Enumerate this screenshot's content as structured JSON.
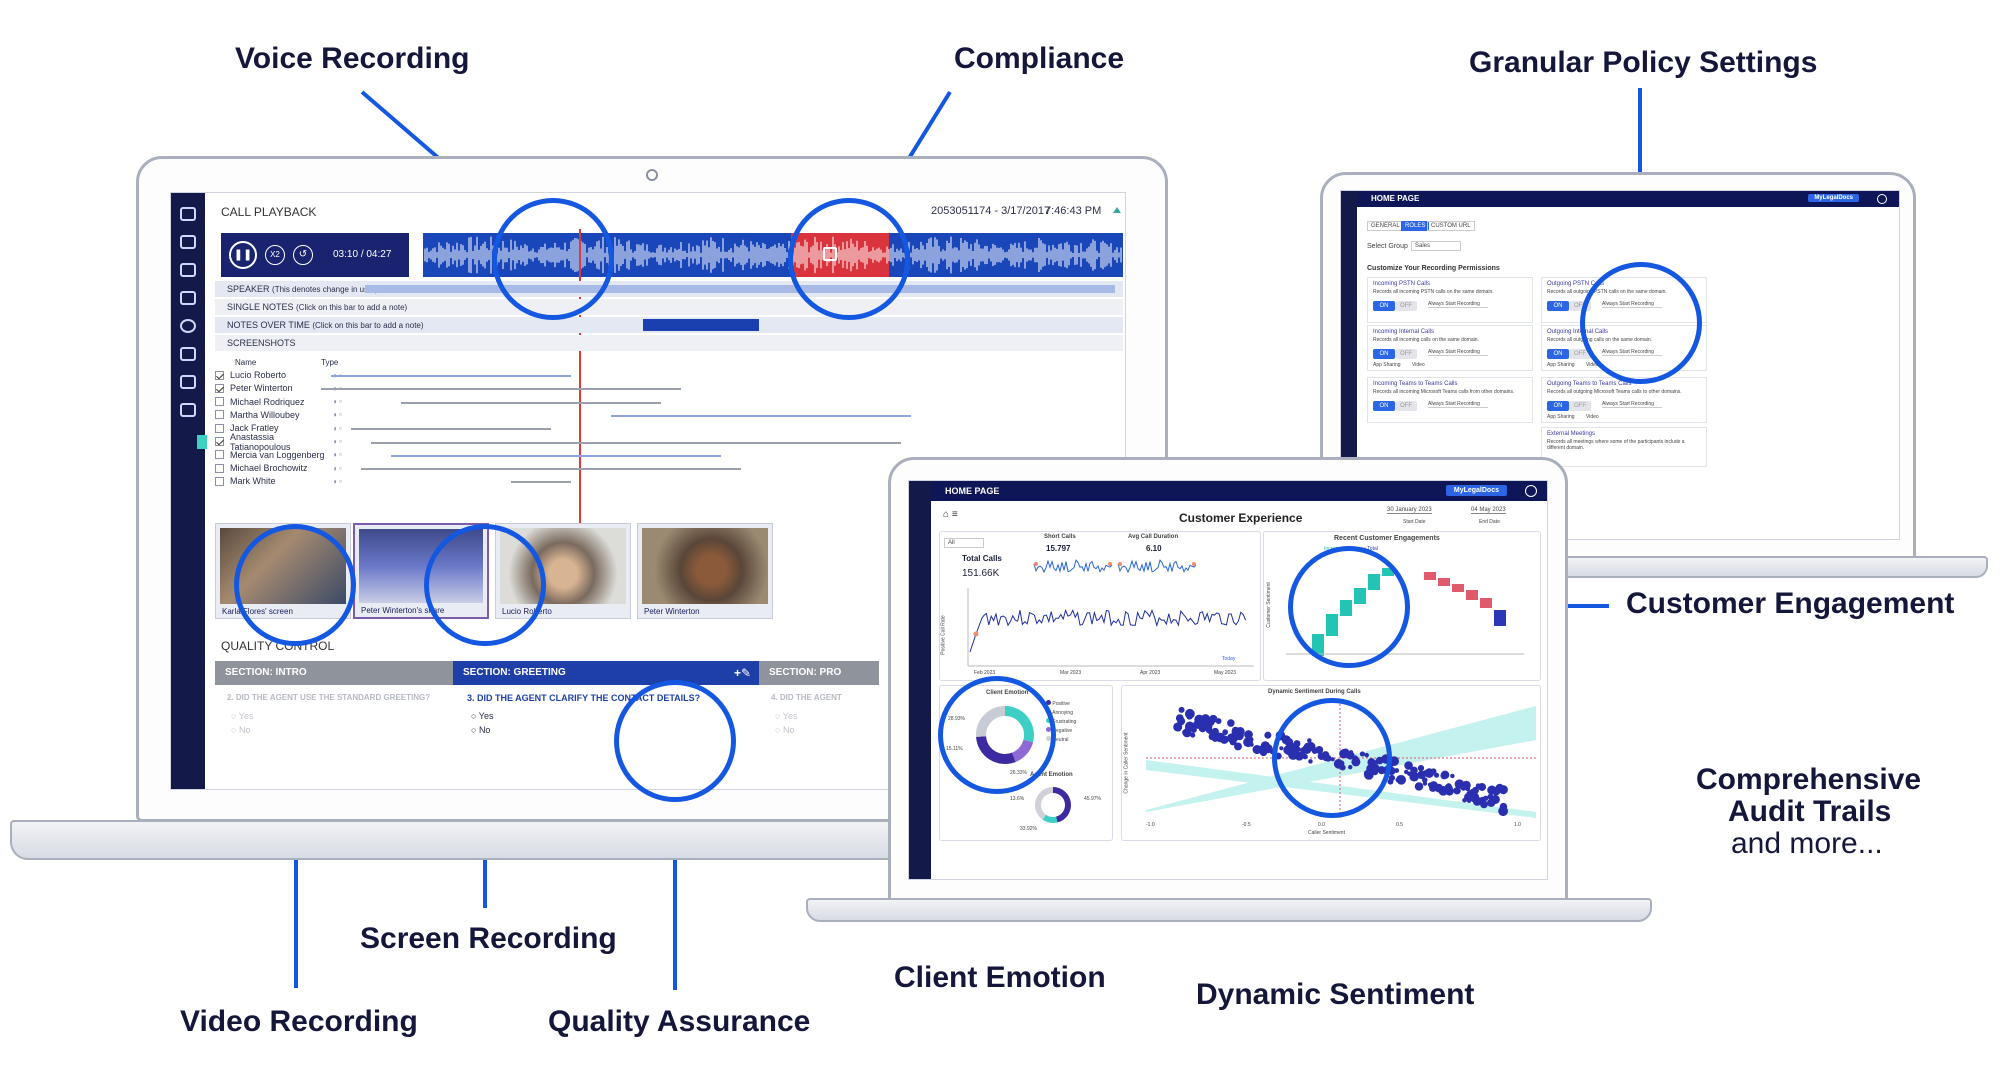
{
  "callouts": {
    "voice_recording": "Voice Recording",
    "compliance": "Compliance",
    "granular_policy": "Granular Policy Settings",
    "customer_engagement": "Customer Engagement",
    "comprehensive": "Comprehensive",
    "audit_trails": "Audit Trails",
    "and_more": "and more...",
    "client_emotion": "Client Emotion",
    "dynamic_sentiment": "Dynamic Sentiment",
    "screen_recording": "Screen Recording",
    "video_recording": "Video Recording",
    "quality_assurance": "Quality Assurance"
  },
  "playback": {
    "title": "CALL PLAYBACK",
    "call_id": "2053051174 - 3/17/2017",
    "call_time": "7:46:43 PM",
    "speed": "X2",
    "time_current": "03:10",
    "time_sep": "/",
    "time_total": "04:27",
    "lanes": [
      {
        "label": "SPEAKER",
        "hint": "(This denotes change in user)"
      },
      {
        "label": "SINGLE NOTES",
        "hint": "(Click on this bar to add a note)"
      },
      {
        "label": "NOTES OVER TIME",
        "hint": "(Click on this bar to add a note)"
      },
      {
        "label": "SCREENSHOTS",
        "hint": ""
      }
    ],
    "col_name": "Name",
    "col_type": "Type",
    "participants": [
      {
        "name": "Lucio Roberto",
        "checked": true
      },
      {
        "name": "Peter Winterton",
        "checked": true
      },
      {
        "name": "Michael Rodriquez",
        "checked": false
      },
      {
        "name": "Martha Willoubey",
        "checked": false
      },
      {
        "name": "Jack Fratley",
        "checked": false
      },
      {
        "name": "Anastassia Tatianopoulous",
        "checked": true
      },
      {
        "name": "Mercia van Loggenberg",
        "checked": false
      },
      {
        "name": "Michael Brochowitz",
        "checked": false
      },
      {
        "name": "Mark White",
        "checked": false
      }
    ],
    "videos": [
      {
        "label": "Karla Flores' screen"
      },
      {
        "label": "Peter Winterton's share"
      },
      {
        "label": "Lucio Roberto"
      },
      {
        "label": "Peter Winterton"
      }
    ]
  },
  "quality": {
    "title": "QUALITY CONTROL",
    "sections": [
      {
        "label": "SECTION: INTRO",
        "question": "2. DID THE AGENT USE THE STANDARD GREETING?",
        "yes": "Yes",
        "no": "No"
      },
      {
        "label": "SECTION: GREETING",
        "question": "3. DID THE AGENT CLARIFY THE CONTACT DETAILS?",
        "yes": "Yes",
        "no": "No"
      },
      {
        "label": "SECTION: PRO",
        "question": "4. DID THE AGENT",
        "yes": "Yes",
        "no": "No"
      }
    ]
  },
  "policy": {
    "header": "HOME PAGE",
    "account": "MyLegalDocs",
    "tabs": [
      "GENERAL",
      "ROLES",
      "CUSTOM URL"
    ],
    "select_group_label": "Select Group",
    "select_group_value": "Sales",
    "section_title": "Customize Your Recording Permissions",
    "cards": [
      {
        "title": "Incoming PSTN Calls",
        "desc": "Records all incoming PSTN calls on the same domain.",
        "on": "ON",
        "off": "OFF",
        "mode": "Always Start Recording"
      },
      {
        "title": "Outgoing PSTN Calls",
        "desc": "Records all outgoing PSTN calls on the same domain.",
        "on": "ON",
        "off": "OFF",
        "mode": "Always Start Recording"
      },
      {
        "title": "Incoming Internal Calls",
        "desc": "Records all incoming calls on the same domain.",
        "on": "ON",
        "off": "OFF",
        "mode": "Always Start Recording",
        "opt1": "App Sharing",
        "opt2": "Video"
      },
      {
        "title": "Outgoing Internal Calls",
        "desc": "Records all outgoing calls on the same domain.",
        "on": "ON",
        "off": "OFF",
        "mode": "Always Start Recording",
        "opt1": "App Sharing",
        "opt2": "Video"
      },
      {
        "title": "Incoming Teams to Teams Calls",
        "desc": "Records all incoming Microsoft Teams calls from other domains.",
        "on": "ON",
        "off": "OFF",
        "mode": "Always Start Recording"
      },
      {
        "title": "Outgoing Teams to Teams Calls",
        "desc": "Records all outgoing Microsoft Teams calls to other domains.",
        "on": "ON",
        "off": "OFF",
        "mode": "Always Start Recording",
        "opt1": "App Sharing",
        "opt2": "Video"
      },
      {
        "title": "External Meetings",
        "desc": "Records all meetings where some of the participants include a different domain."
      }
    ]
  },
  "cx": {
    "header": "HOME PAGE",
    "account": "MyLegalDocs",
    "title": "Customer Experience",
    "start_date": "30 January 2023",
    "start_label": "Start Date",
    "end_date": "04 May 2023",
    "end_label": "End Date",
    "filter": "All",
    "total_calls_label": "Total Calls",
    "total_calls": "151.66K",
    "short_calls_label": "Short Calls",
    "short_calls": "15.797",
    "avg_duration_label": "Avg Call Duration",
    "avg_duration": "6.10",
    "y_label": "Positive Call Rate",
    "x_ticks": [
      "Feb 2023",
      "Mar 2023",
      "Apr 2023",
      "May 2023"
    ],
    "today": "Today",
    "engagement_title": "Recent Customer Engagements",
    "engagement_legend": [
      "Increase",
      "Decrease",
      "Total"
    ],
    "engagement_ylabel": "Customer Sentiment",
    "emotion_title": "Client Emotion",
    "emotion_legend": [
      "Positive",
      "Annoying",
      "Frustrating",
      "Negative",
      "Neutral"
    ],
    "emotion_values": [
      "28.93%",
      "15.11%",
      "26.33%"
    ],
    "agent_emotion_title": "Agent Emotion",
    "agent_values": [
      "13.6%",
      "45.97%",
      "33.92%"
    ],
    "sentiment_title": "Dynamic Sentiment During Calls",
    "sentiment_ylabel": "Change in Caller Sentiment",
    "sentiment_xlabel": "Caller Sentiment",
    "sentiment_xticks": [
      "-1.0",
      "-0.5",
      "0.0",
      "0.5",
      "1.0"
    ]
  },
  "colors": {
    "accent": "#1457e0",
    "navy": "#0f1658",
    "wave": "#1946b8",
    "compliance": "#d9343d",
    "increase": "#23c4b4",
    "decrease": "#e05a6c",
    "total": "#2a38b8"
  }
}
